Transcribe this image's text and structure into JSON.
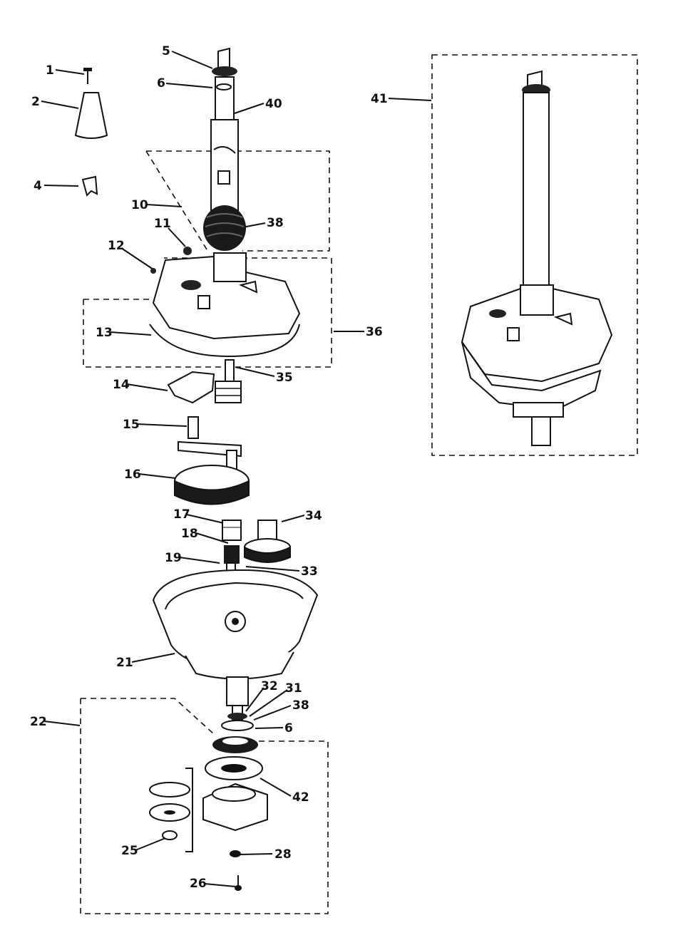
{
  "callouts": [
    {
      "id": "1",
      "text": "1"
    },
    {
      "id": "2",
      "text": "2"
    },
    {
      "id": "4",
      "text": "4"
    },
    {
      "id": "5",
      "text": "5"
    },
    {
      "id": "6a",
      "text": "6"
    },
    {
      "id": "40",
      "text": "40"
    },
    {
      "id": "41",
      "text": "41"
    },
    {
      "id": "10",
      "text": "10"
    },
    {
      "id": "11",
      "text": "11"
    },
    {
      "id": "38a",
      "text": "38"
    },
    {
      "id": "12",
      "text": "12"
    },
    {
      "id": "13",
      "text": "13"
    },
    {
      "id": "36",
      "text": "36"
    },
    {
      "id": "35",
      "text": "35"
    },
    {
      "id": "14",
      "text": "14"
    },
    {
      "id": "15",
      "text": "15"
    },
    {
      "id": "16",
      "text": "16"
    },
    {
      "id": "17",
      "text": "17"
    },
    {
      "id": "18",
      "text": "18"
    },
    {
      "id": "34",
      "text": "34"
    },
    {
      "id": "19",
      "text": "19"
    },
    {
      "id": "33",
      "text": "33"
    },
    {
      "id": "21",
      "text": "21"
    },
    {
      "id": "32",
      "text": "32"
    },
    {
      "id": "31",
      "text": "31"
    },
    {
      "id": "38b",
      "text": "38"
    },
    {
      "id": "22",
      "text": "22"
    },
    {
      "id": "6b",
      "text": "6"
    },
    {
      "id": "42",
      "text": "42"
    },
    {
      "id": "25",
      "text": "25"
    },
    {
      "id": "28",
      "text": "28"
    },
    {
      "id": "26",
      "text": "26"
    }
  ]
}
